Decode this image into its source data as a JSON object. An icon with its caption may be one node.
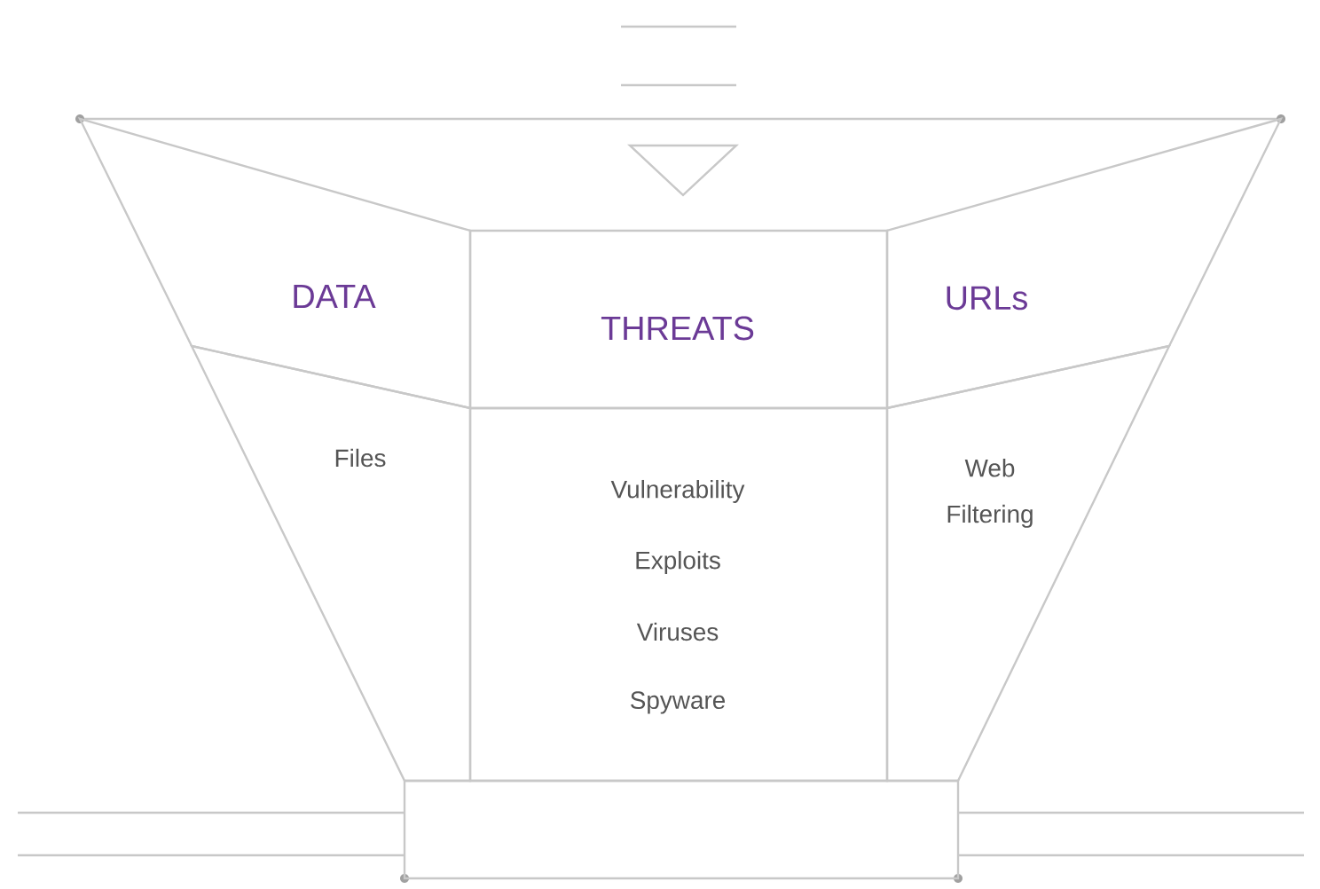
{
  "diagram": {
    "nodes": [
      {
        "text": [
          "DATA"
        ]
      },
      {
        "text": [
          "THREATS"
        ]
      },
      {
        "text": [
          "URLs"
        ]
      },
      {
        "text": [
          "Files"
        ]
      },
      {
        "text": [
          "Vulnerability",
          "Exploits",
          "Viruses",
          "Spyware"
        ]
      },
      {
        "text": [
          "Web Filtering"
        ]
      },
      {
        "text": [],
        "shape": "box"
      }
    ]
  }
}
